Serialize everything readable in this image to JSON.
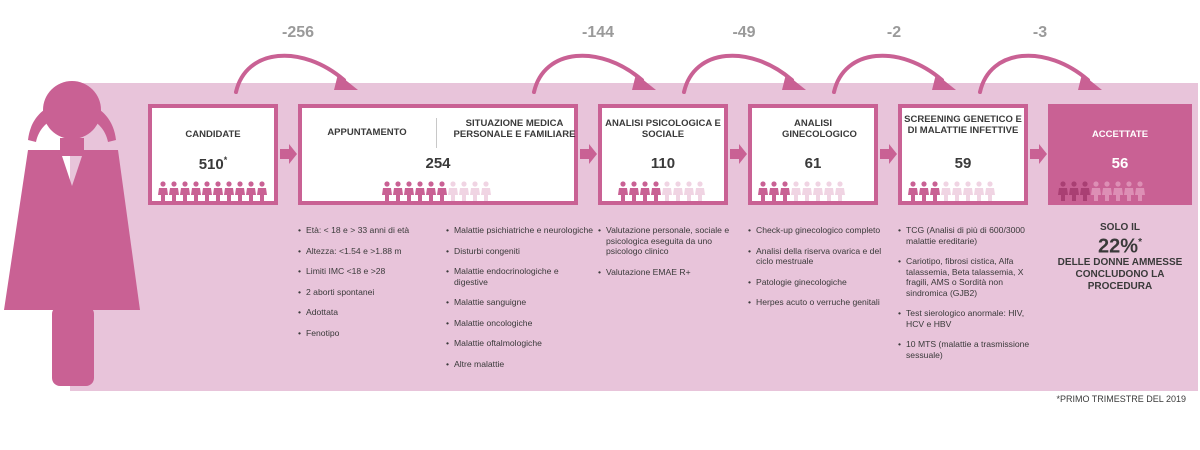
{
  "colors": {
    "accent": "#c96194",
    "band": "#e8c4da",
    "person_light": "#f0d4e3",
    "person_final_light": "#dd8fb5",
    "delta_text": "#9a9a9a"
  },
  "deltas": [
    "-256",
    "-144",
    "-49",
    "-2",
    "-3"
  ],
  "stages": {
    "candidate": {
      "title": "CANDIDATE",
      "count": "510",
      "mark": "*",
      "people_dark": 10,
      "people_light": 0
    },
    "appointment": {
      "title": "APPUNTAMENTO",
      "title2": "SITUAZIONE MEDICA PERSONALE E FAMILIARE",
      "count": "254",
      "people_dark": 6,
      "people_light": 4
    },
    "psych": {
      "title": "ANALISI PSICOLOGICA E SOCIALE",
      "count": "110",
      "people_dark": 4,
      "people_light": 4
    },
    "gyn": {
      "title": "ANALISI GINECOLOGICO",
      "count": "61",
      "people_dark": 3,
      "people_light": 5
    },
    "genetic": {
      "title": "SCREENING GENETICO E DI MALATTIE INFETTIVE",
      "count": "59",
      "people_dark": 3,
      "people_light": 5
    },
    "accepted": {
      "title": "ACCETTATE",
      "count": "56",
      "people_dark": 3,
      "people_light": 5
    }
  },
  "lists": {
    "appointment_a": [
      "Età: < 18  e > 33 anni di età",
      "Altezza: <1.54 e >1.88 m",
      "Limiti IMC <18 e >28",
      "2 aborti spontanei",
      "Adottata",
      "Fenotipo"
    ],
    "appointment_b": [
      "Malattie psichiatriche e neurologiche",
      "Disturbi congeniti",
      "Malattie endocrinologiche e digestive",
      "Malattie sanguigne",
      "Malattie oncologiche",
      "Malattie oftalmologiche",
      "Altre malattie"
    ],
    "psych": [
      "Valutazione personale, sociale e psicologica eseguita da uno psicologo clinico",
      "Valutazione EMAE R+"
    ],
    "gyn": [
      "Check-up ginecologico completo",
      "Analisi della riserva ovarica e del ciclo mestruale",
      "Patologie ginecologiche",
      "Herpes acuto o verruche genitali"
    ],
    "genetic": [
      "TCG (Analisi di più di 600/3000 malattie ereditarie)",
      "Cariotipo, fibrosi cistica, Alfa talassemia, Beta talassemia, X fragili, AMS o Sordità non sindromica (GJB2)",
      "Test sierologico anormale: HIV, HCV e HBV",
      "10 MTS (malattie a trasmissione sessuale)"
    ]
  },
  "result": {
    "line1": "SOLO IL",
    "percent": "22%",
    "mark": "*",
    "line3": "DELLE DONNE AMMESSE CONCLUDONO LA PROCEDURA"
  },
  "footnote": "*PRIMO TRIMESTRE DEL 2019",
  "icons": {
    "figure": "woman-silhouette-icon",
    "arrow": "right-arrow-icon",
    "curve": "curved-arrow-icon",
    "person": "person-icon"
  }
}
